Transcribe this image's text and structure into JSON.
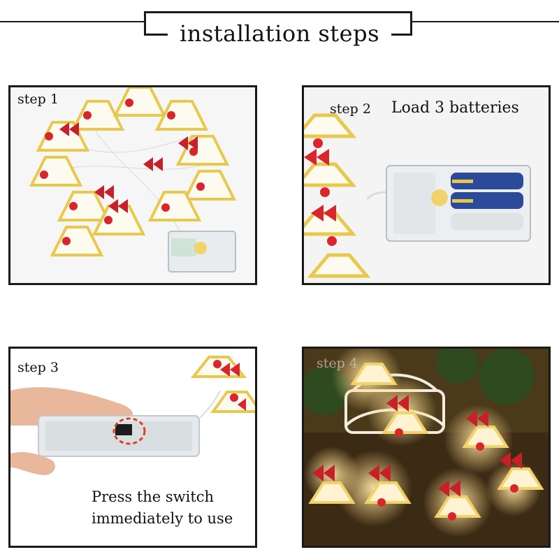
{
  "header": {
    "title": "installation steps"
  },
  "steps": [
    {
      "label": "step 1",
      "caption": ""
    },
    {
      "label": "step 2",
      "caption": "Load 3 batteries"
    },
    {
      "label": "step 3",
      "caption_line1": "Press the switch",
      "caption_line2": "immediately to use"
    },
    {
      "label": "step 4",
      "caption": ""
    }
  ],
  "colors": {
    "bell_red": "#d8262c",
    "bell_gold": "#f2d36a",
    "frame": "#1a1a1a",
    "glow": "#ffd98a"
  }
}
